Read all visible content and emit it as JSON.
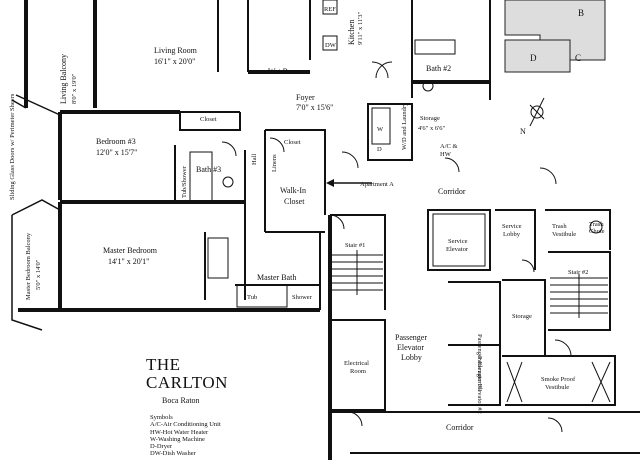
{
  "brand": {
    "line1": "THE",
    "line2": "CARLTON",
    "city": "Boca Raton"
  },
  "legend": {
    "heading": "Symbols",
    "items": [
      "A/C-Air Conditioning Unit",
      "HW-Hot Water Heater",
      "W-Washing Machine",
      "D-Dryer",
      "DW-Dish Washer"
    ]
  },
  "rooms": {
    "living_balcony": {
      "name": "Living Balcony",
      "size": "8'0\" x 19'0\""
    },
    "living_room": {
      "name": "Living Room",
      "size": "16'1\" x 20'0\""
    },
    "kitchen": {
      "name": "Kitchen",
      "size": "9'11\" x 11'3\""
    },
    "wet_bar": "Wet Bar",
    "bath2": "Bath #2",
    "foyer": {
      "name": "Foyer",
      "size": "7'0\" x 15'6\""
    },
    "storage_small": {
      "name": "Storage",
      "size": "4'6\" x 6'6\""
    },
    "laundry": "W/D and Laundry",
    "closet": "Closet",
    "bedroom3": {
      "name": "Bedroom #3",
      "size": "12'0\" x 15'7\""
    },
    "bath3": "Bath #3",
    "tub_shower": "Tub/Shower",
    "hall": "Hall",
    "linens": "Linens",
    "walkin_closet": {
      "line1": "Walk-In",
      "line2": "Closet"
    },
    "master_bedroom": {
      "name": "Master Bedroom",
      "size": "14'1\" x 20'1\""
    },
    "master_balcony": {
      "name": "Master Bedroom Balcony",
      "size": "5'0\" x 14'0\""
    },
    "master_bath": "Master Bath",
    "tub": "Tub",
    "shower": "Shower",
    "sliding_doors": "Sliding Glass Doors w/ Perimeter Sheers",
    "apartment": "Apartment A",
    "corridor": "Corridor",
    "corridor_bottom": "Corridor",
    "stair1": "Stair #1",
    "stair2": "Stair #2",
    "service_elevator": {
      "line1": "Service",
      "line2": "Elevator"
    },
    "service_lobby": {
      "line1": "Service",
      "line2": "Lobby"
    },
    "trash_vestibule": {
      "line1": "Trash",
      "line2": "Vestibule"
    },
    "trash_chute": {
      "line1": "Trash",
      "line2": "Chute"
    },
    "storage_core": "Storage",
    "pass_elev1": "Passenger Elevator #1",
    "pass_elev2": "Passenger Elevator #2",
    "pass_lobby": {
      "line1": "Passenger",
      "line2": "Elevator",
      "line3": "Lobby"
    },
    "electrical": {
      "line1": "Electrical",
      "line2": "Room"
    },
    "smoke_vestibule": {
      "line1": "Smoke Proof",
      "line2": "Vestibule"
    },
    "ac_hw": {
      "line1": "A/C &",
      "line2": "HW"
    },
    "fixtures": {
      "ref": "REF",
      "dw": "DW",
      "w": "W",
      "d": "D"
    }
  },
  "keyplan": {
    "units": [
      "B",
      "C",
      "D"
    ]
  },
  "north_label": "N"
}
